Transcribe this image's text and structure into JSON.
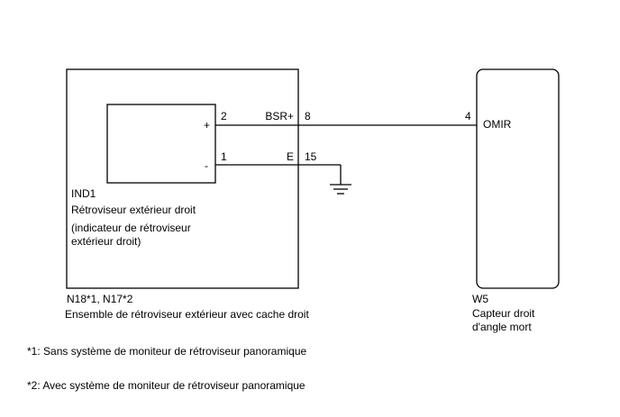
{
  "mirror_assembly": {
    "connector_codes": "N18*1, N17*2",
    "name": "Ensemble de rétroviseur extérieur avec cache droit"
  },
  "indicator": {
    "code": "IND1",
    "name": "Rétroviseur extérieur droit",
    "desc_line1": "(indicateur de rétroviseur",
    "desc_line2": "extérieur droit)",
    "plus_sign": "+",
    "minus_sign": "-"
  },
  "wire_bsr": {
    "inner_pin": "2",
    "signal": "BSR+",
    "assembly_pin": "8",
    "sensor_pin": "4",
    "sensor_terminal": "OMIR"
  },
  "wire_ground": {
    "inner_pin": "1",
    "signal": "E",
    "assembly_pin": "15"
  },
  "sensor": {
    "code": "W5",
    "name_line1": "Capteur droit",
    "name_line2": "d'angle mort"
  },
  "footnotes": [
    "*1: Sans système de moniteur de rétroviseur panoramique",
    "*2: Avec système de moniteur de rétroviseur panoramique"
  ]
}
